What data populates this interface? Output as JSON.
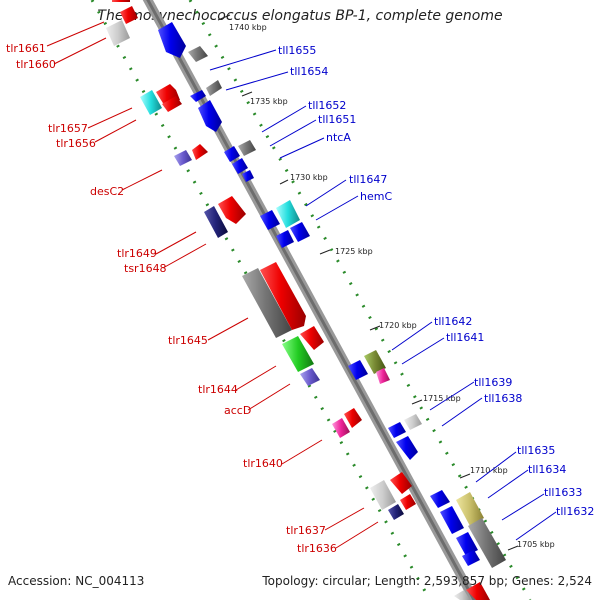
{
  "title": "Thermosynechococcus elongatus BP-1, complete genome",
  "footer": {
    "accession": "Accession: NC_004113",
    "topology": "Topology: circular; Length: 2,593,857 bp; Genes: 2,524"
  },
  "scale_labels": [
    "1740 kbp",
    "1735 kbp",
    "1730 kbp",
    "1725 kbp",
    "1720 kbp",
    "1715 kbp",
    "1710 kbp",
    "1705 kbp"
  ],
  "left_genes": [
    "tlr1661",
    "tlr1660",
    "tlr1657",
    "tlr1656",
    "desC2",
    "tlr1649",
    "tsr1648",
    "tlr1645",
    "tlr1644",
    "accD",
    "tlr1640",
    "tlr1637",
    "tlr1636"
  ],
  "right_genes": [
    "tll1655",
    "tll1654",
    "tll1652",
    "tll1651",
    "ntcA",
    "tll1647",
    "hemC",
    "tll1642",
    "tll1641",
    "tll1639",
    "tll1638",
    "tll1635",
    "tll1634",
    "tll1633",
    "tll1632"
  ],
  "colors": {
    "forward_strand": "#cc0000",
    "reverse_strand": "#0000cc",
    "axis": "#888888",
    "guide_dots": "#2a8a2a"
  }
}
